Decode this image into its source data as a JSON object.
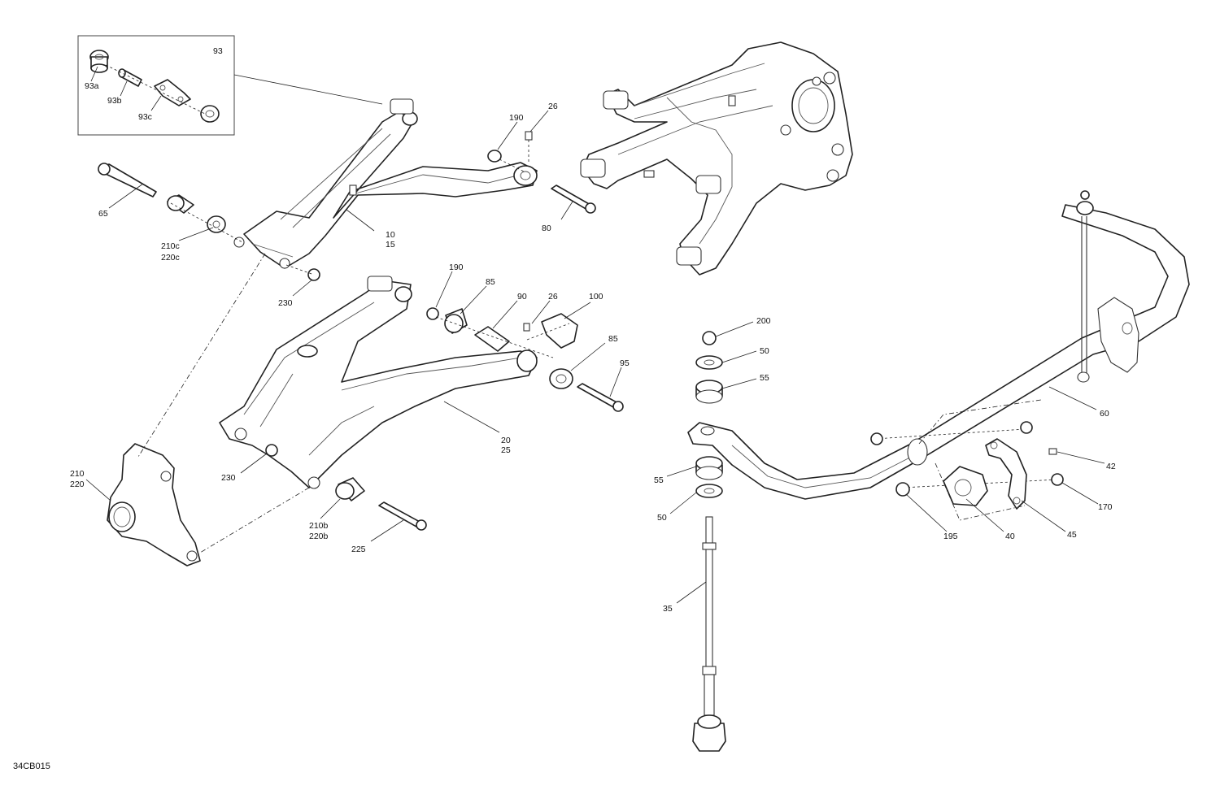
{
  "drawing_id": "34CB015",
  "labels": {
    "l93": "93",
    "l93a": "93a",
    "l93b": "93b",
    "l93c": "93c",
    "l65": "65",
    "l210c": "210c",
    "l220c": "220c",
    "l10": "10",
    "l15": "15",
    "l190a": "190",
    "l26a": "26",
    "l80": "80",
    "l230a": "230",
    "l190b": "190",
    "l85a": "85",
    "l90": "90",
    "l26b": "26",
    "l100": "100",
    "l85b": "85",
    "l95": "95",
    "l20": "20",
    "l25": "25",
    "l210": "210",
    "l220": "220",
    "l230b": "230",
    "l210b": "210b",
    "l220b": "220b",
    "l225": "225",
    "l200": "200",
    "l50a": "50",
    "l55a": "55",
    "l55b": "55",
    "l50b": "50",
    "l35": "35",
    "l60": "60",
    "l42": "42",
    "l170": "170",
    "l195": "195",
    "l40": "40",
    "l45": "45"
  }
}
